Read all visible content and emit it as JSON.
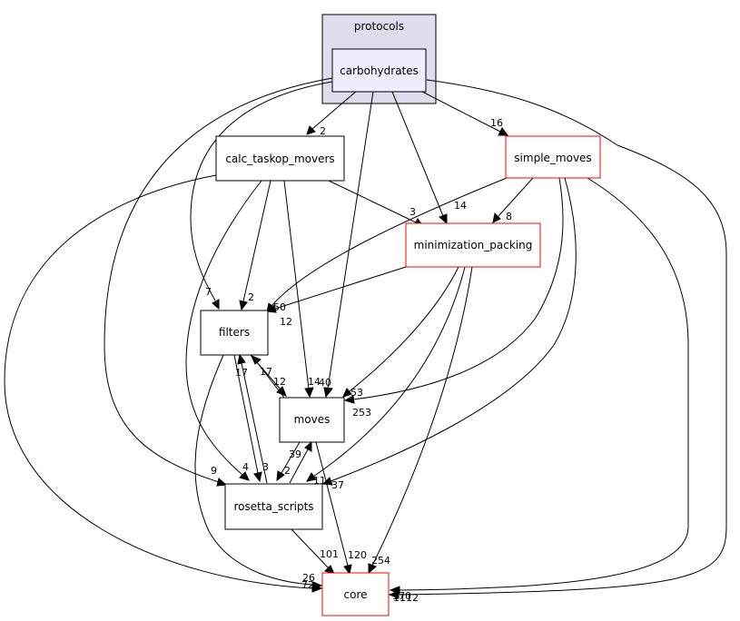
{
  "cluster": {
    "label": "protocols",
    "fill": "#ddddee",
    "stroke": "#000000"
  },
  "nodes": {
    "carbohydrates": {
      "label": "carbohydrates",
      "fill": "#eeeeff",
      "stroke": "#000000"
    },
    "calc_taskop_movers": {
      "label": "calc_taskop_movers",
      "fill": "#ffffff",
      "stroke": "#000000"
    },
    "simple_moves": {
      "label": "simple_moves",
      "fill": "#ffffff",
      "stroke": "#ff0000"
    },
    "minimization_packing": {
      "label": "minimization_packing",
      "fill": "#ffffff",
      "stroke": "#ff0000"
    },
    "filters": {
      "label": "filters",
      "fill": "#ffffff",
      "stroke": "#000000"
    },
    "moves": {
      "label": "moves",
      "fill": "#ffffff",
      "stroke": "#000000"
    },
    "rosetta_scripts": {
      "label": "rosetta_scripts",
      "fill": "#ffffff",
      "stroke": "#000000"
    },
    "core": {
      "label": "core",
      "fill": "#ffffff",
      "stroke": "#ff0000"
    }
  },
  "edges": {
    "carb_calc": {
      "from": "carbohydrates",
      "to": "calc_taskop_movers",
      "label": "2"
    },
    "carb_simple": {
      "from": "carbohydrates",
      "to": "simple_moves",
      "label": "16"
    },
    "carb_min": {
      "from": "carbohydrates",
      "to": "minimization_packing",
      "label": "14"
    },
    "carb_moves": {
      "from": "carbohydrates",
      "to": "moves",
      "label": "40"
    },
    "carb_filters": {
      "from": "carbohydrates",
      "to": "filters",
      "label": "7"
    },
    "carb_rosetta": {
      "from": "carbohydrates",
      "to": "rosetta_scripts",
      "label": "9"
    },
    "carb_core": {
      "from": "carbohydrates",
      "to": "core",
      "label": "170"
    },
    "calc_min": {
      "from": "calc_taskop_movers",
      "to": "minimization_packing",
      "label": "3"
    },
    "calc_filters": {
      "from": "calc_taskop_movers",
      "to": "filters",
      "label": "2"
    },
    "calc_moves": {
      "from": "calc_taskop_movers",
      "to": "moves",
      "label": "14"
    },
    "calc_rosetta": {
      "from": "calc_taskop_movers",
      "to": "rosetta_scripts",
      "label": "4"
    },
    "calc_core": {
      "from": "calc_taskop_movers",
      "to": "core",
      "label": "72"
    },
    "simple_min": {
      "from": "simple_moves",
      "to": "minimization_packing",
      "label": "8"
    },
    "simple_filters": {
      "from": "simple_moves",
      "to": "filters",
      "label": "50"
    },
    "simple_moves_e": {
      "from": "simple_moves",
      "to": "moves",
      "label": "253"
    },
    "simple_rosetta": {
      "from": "simple_moves",
      "to": "rosetta_scripts",
      "label": "37"
    },
    "simple_core": {
      "from": "simple_moves",
      "to": "core",
      "label": "1112"
    },
    "min_filters": {
      "from": "minimization_packing",
      "to": "filters",
      "label": "12"
    },
    "min_moves": {
      "from": "minimization_packing",
      "to": "moves",
      "label": "53"
    },
    "min_rosetta": {
      "from": "minimization_packing",
      "to": "rosetta_scripts",
      "label": "11"
    },
    "min_core": {
      "from": "minimization_packing",
      "to": "core",
      "label": "254"
    },
    "filters_moves": {
      "from": "filters",
      "to": "moves",
      "label": "12"
    },
    "filters_rosetta": {
      "from": "filters",
      "to": "rosetta_scripts",
      "label": "3"
    },
    "filters_core": {
      "from": "filters",
      "to": "core",
      "label": "26"
    },
    "moves_filters": {
      "from": "moves",
      "to": "filters",
      "label": "17"
    },
    "moves_rosetta": {
      "from": "moves",
      "to": "rosetta_scripts",
      "label": "2"
    },
    "moves_core": {
      "from": "moves",
      "to": "core",
      "label": "120"
    },
    "rosetta_filters": {
      "from": "rosetta_scripts",
      "to": "filters",
      "label": "17"
    },
    "rosetta_moves": {
      "from": "rosetta_scripts",
      "to": "moves",
      "label": "39"
    },
    "rosetta_core": {
      "from": "rosetta_scripts",
      "to": "core",
      "label": "101"
    }
  }
}
